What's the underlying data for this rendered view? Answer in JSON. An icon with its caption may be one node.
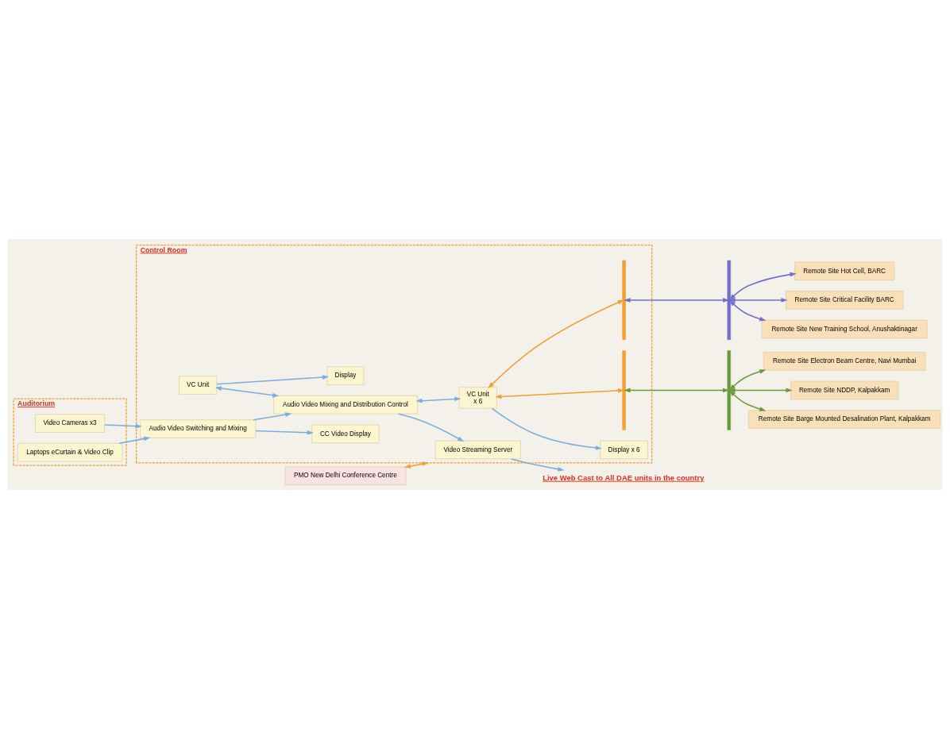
{
  "diagram": {
    "nodes": [
      {
        "text": [
          "Live Web Cast to All DAE units in the country"
        ]
      },
      {
        "text": [
          "PMO New Delhi Conference Centre"
        ]
      },
      {
        "text": [
          "Control Room"
        ]
      },
      {
        "text": [
          "Video Streaming Server"
        ],
        "in": 2
      },
      {
        "text": [
          "Display"
        ],
        "in": 2
      },
      {
        "text": [
          "Display x 6"
        ],
        "in": 2
      },
      {
        "text": [
          "VC Unit"
        ],
        "in": 2
      },
      {
        "text": [
          "Audio Video Mixing and Distribution Control"
        ],
        "in": 2
      },
      {
        "text": [
          "VC Unit",
          "x 6"
        ],
        "in": 2
      },
      {
        "text": [
          "CC Video Display"
        ],
        "in": 2
      },
      {
        "text": [
          "Audio Video Switching and Mixing"
        ],
        "in": 2
      },
      {
        "text": [
          "Auditorium"
        ]
      },
      {
        "text": [
          "Video Cameras x3"
        ],
        "in": 11
      },
      {
        "text": [
          "Laptops eCurtain & Video Clip"
        ],
        "in": 11
      },
      {
        "text": [],
        "shape": "bar",
        "in": 2
      },
      {
        "text": [],
        "shape": "bar",
        "in": 2
      },
      {
        "text": [],
        "shape": "bar"
      },
      {
        "text": [],
        "shape": "bar"
      },
      {
        "text": [
          "Remote Site Hot Cell, BARC"
        ]
      },
      {
        "text": [
          "Remote Site Critical Facility BARC"
        ]
      },
      {
        "text": [
          "Remote Site New Training School, Anushaktinagar"
        ]
      },
      {
        "text": [
          "Remote Site Electron Beam Centre, Navi Mumbai"
        ]
      },
      {
        "text": [
          "Remote Site NDDP, Kalpakkam"
        ]
      },
      {
        "text": [
          "Remote Site Barge Mounted Desalination Plant, Kalpakkam"
        ]
      }
    ],
    "edges": [
      {
        "from": 3,
        "to": 0,
        "arrow": "to"
      },
      {
        "from": 7,
        "to": 3,
        "arrow": "to"
      },
      {
        "from": 6,
        "to": 4,
        "arrow": "to"
      },
      {
        "from": 8,
        "to": 5,
        "arrow": "to"
      },
      {
        "from": 6,
        "to": 7,
        "arrow": "both"
      },
      {
        "from": 7,
        "to": 8,
        "arrow": "both"
      },
      {
        "from": 10,
        "to": 7,
        "arrow": "to"
      },
      {
        "from": 10,
        "to": 9,
        "arrow": "to"
      },
      {
        "from": 12,
        "to": 10,
        "arrow": "to"
      },
      {
        "from": 13,
        "to": 10,
        "arrow": "to"
      },
      {
        "from": 1,
        "to": 2,
        "arrow": "both",
        "color": "#f0a030"
      },
      {
        "from": 8,
        "to": 14,
        "arrow": "both",
        "color": "#f0a030"
      },
      {
        "from": 8,
        "to": 15,
        "arrow": "both",
        "color": "#f0a030"
      },
      {
        "from": 14,
        "to": 16,
        "arrow": "both",
        "color": "#7070c8"
      },
      {
        "from": 15,
        "to": 17,
        "arrow": "both",
        "color": "#6a9a3a"
      },
      {
        "from": 16,
        "to": 18,
        "arrow": "both",
        "color": "#7070c8"
      },
      {
        "from": 16,
        "to": 19,
        "arrow": "both",
        "color": "#7070c8"
      },
      {
        "from": 16,
        "to": 20,
        "arrow": "both",
        "color": "#7070c8"
      },
      {
        "from": 17,
        "to": 21,
        "arrow": "both",
        "color": "#6a9a3a"
      },
      {
        "from": 17,
        "to": 22,
        "arrow": "both",
        "color": "#6a9a3a"
      },
      {
        "from": 17,
        "to": 23,
        "arrow": "both",
        "color": "#6a9a3a"
      }
    ]
  }
}
